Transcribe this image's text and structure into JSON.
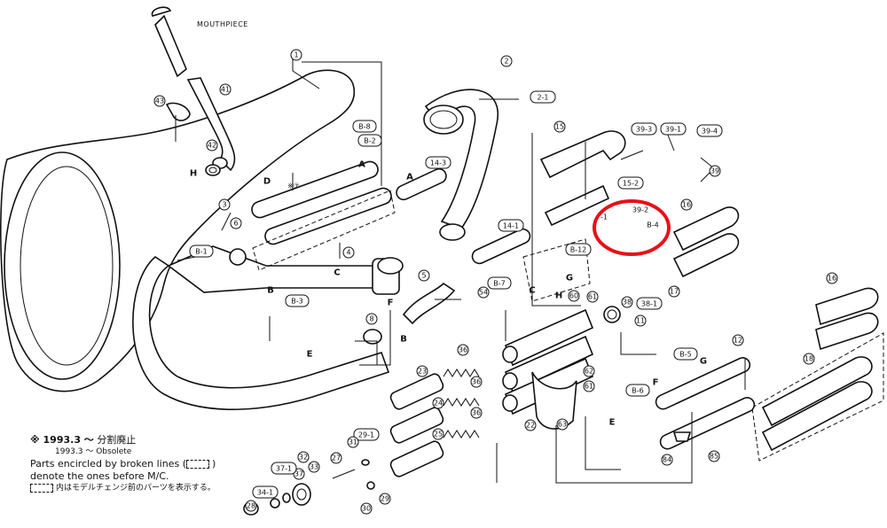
{
  "mouthpiece_label": "MOUTHPIECE",
  "part_numbers": {
    "p1": "1",
    "p2": "2",
    "p2_1": "2-1",
    "p3": "3",
    "p4": "4",
    "p5": "5",
    "p6": "6",
    "p7": "※⑦",
    "p8": "8",
    "p11": "11",
    "p12": "12",
    "p14_1": "14-1",
    "p14_3": "14-3",
    "p15": "15",
    "p15_2": "15-2",
    "p16a": "16",
    "p16b": "16",
    "p17": "17",
    "p18": "18",
    "p22": "22",
    "p23": "23",
    "p24": "24",
    "p25": "25",
    "p27": "27",
    "p28": "28",
    "p29": "29",
    "p29_1": "29-1",
    "p30": "30",
    "p31": "31",
    "p32": "32",
    "p33": "33",
    "p34_1": "34-1",
    "p36a": "36",
    "p36b": "36",
    "p36c": "36",
    "p37": "37",
    "p37_1": "37-1",
    "p38": "38",
    "p38_1": "38-1",
    "p39": "39",
    "p39_1": "39-1",
    "p39_3": "39-3",
    "p39_4": "39-4",
    "p41": "41",
    "p42": "42",
    "p43": "43",
    "p54": "54",
    "p60": "60",
    "p61a": "61",
    "p61b": "61",
    "p62": "62",
    "p63": "63",
    "p84": "84",
    "p85": "85",
    "b1": "B-1",
    "b2": "B-2",
    "b3": "B-3",
    "b4": "B-4",
    "b5": "B-5",
    "b6": "B-6",
    "b7": "B-7",
    "b8": "B-8",
    "b12": "B-12",
    "p39_2": "39-2",
    "p1_partial": "-1"
  },
  "letters": {
    "a1": "A",
    "a2": "A",
    "b1": "B",
    "b2": "B",
    "c1": "C",
    "c2": "C",
    "d1": "D",
    "e1": "E",
    "e2": "E",
    "f1": "F",
    "f2": "F",
    "g1": "G",
    "g2": "G",
    "h1": "H",
    "h2": "H"
  },
  "legend": {
    "line1_mark": "※ 1993.3 〜",
    "line1_text": "分割廃止",
    "line2": "1993.3 〜 Obsolete",
    "line3": "Parts encircled by broken lines (",
    "line3_end": ")",
    "line4": "denote the ones before M/C.",
    "line5": "内はモデルチェンジ前のパーツを表示する。"
  },
  "highlight_color": "#e8101a"
}
